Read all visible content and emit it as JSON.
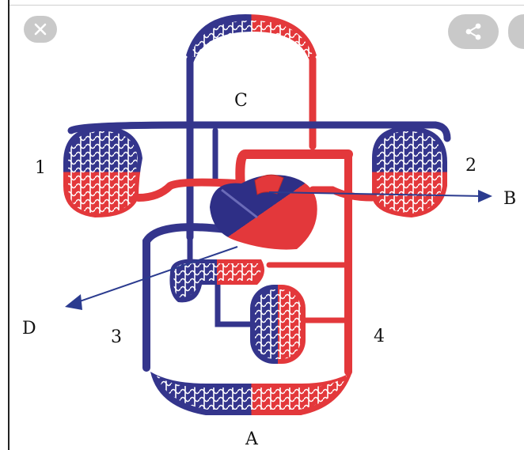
{
  "toolbar": {
    "close_icon": "close-icon",
    "share_icon": "share-icon",
    "more_icon": "more-icon"
  },
  "colors": {
    "venous": "#34358c",
    "arterial": "#e3383b",
    "button": "#c9c9c9"
  },
  "diagram": {
    "labels": {
      "A": "A",
      "B": "B",
      "C": "C",
      "D": "D",
      "one": "1",
      "two": "2",
      "three": "3",
      "four": "4"
    }
  }
}
